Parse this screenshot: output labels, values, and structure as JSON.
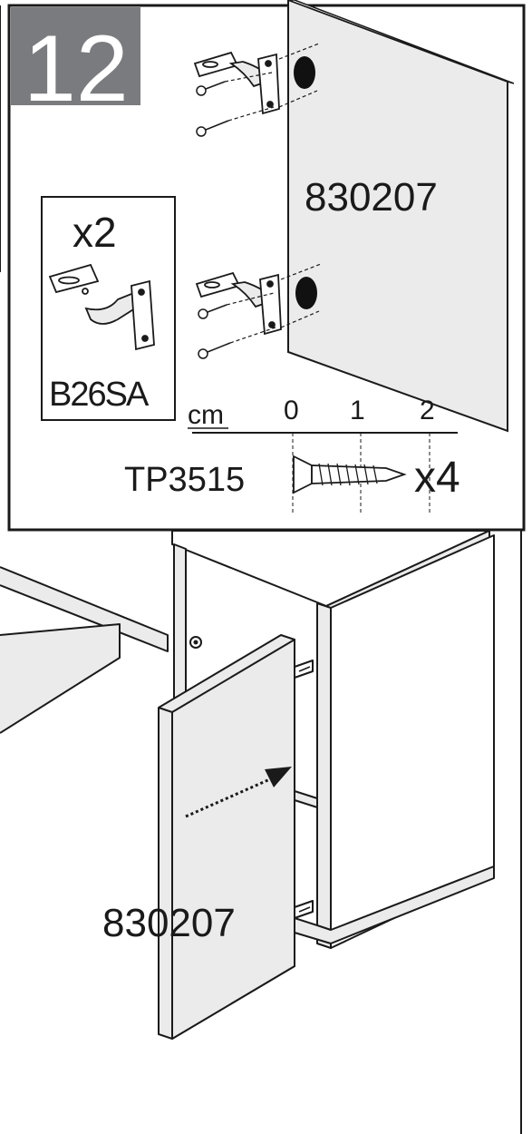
{
  "step": {
    "number": "12"
  },
  "inset": {
    "hinge_quantity": "x2",
    "hinge_code": "B26SA",
    "panel_code": "830207",
    "ruler": {
      "unit": "cm",
      "ticks": [
        "0",
        "1",
        "2"
      ]
    },
    "screw_code": "TP3515",
    "screw_quantity": "x4"
  },
  "main": {
    "panel_code": "830207"
  },
  "colors": {
    "step_badge": "#7a7b7e",
    "line": "#1a1a1a",
    "panel_fill": "#ebebeb",
    "hole_fill": "#111111"
  }
}
